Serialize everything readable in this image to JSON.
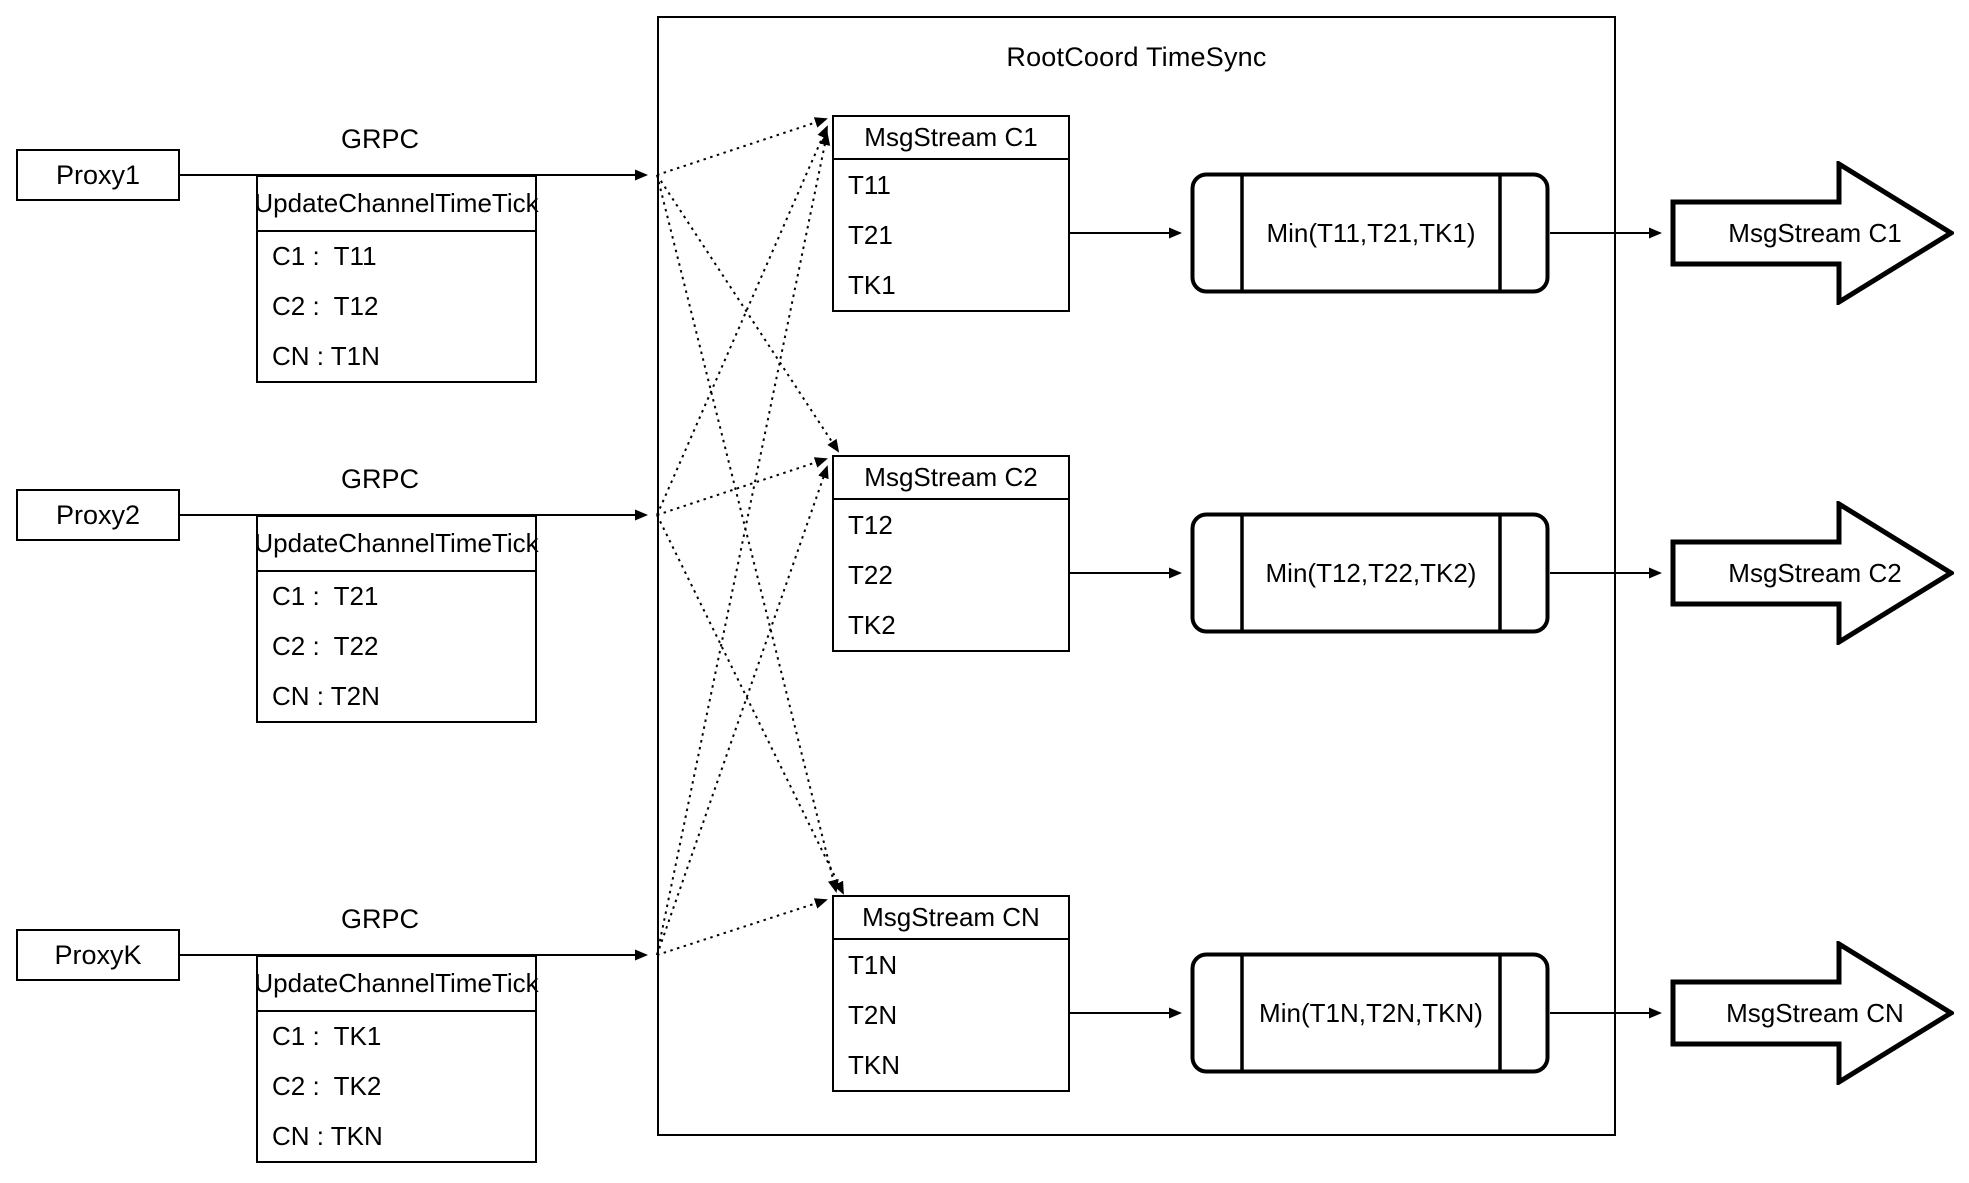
{
  "diagram": {
    "title": "RootCoord TimeSync",
    "grpc_label": "GRPC",
    "colors": {
      "stroke": "#000000",
      "background": "#ffffff"
    },
    "rows": [
      {
        "proxy": "Proxy1",
        "update_table": {
          "header": "UpdateChannelTimeTick",
          "rows": [
            "C1 :  T11",
            "C2 :  T12",
            "CN : T1N"
          ]
        },
        "msgstream_table": {
          "header": "MsgStream C1",
          "rows": [
            "T11",
            "T21",
            "TK1"
          ]
        },
        "min_label": "Min(T11,T21,TK1)",
        "output_arrow_label": "MsgStream C1"
      },
      {
        "proxy": "Proxy2",
        "update_table": {
          "header": "UpdateChannelTimeTick",
          "rows": [
            "C1 :  T21",
            "C2 :  T22",
            "CN : T2N"
          ]
        },
        "msgstream_table": {
          "header": "MsgStream C2",
          "rows": [
            "T12",
            "T22",
            "TK2"
          ]
        },
        "min_label": "Min(T12,T22,TK2)",
        "output_arrow_label": "MsgStream C2"
      },
      {
        "proxy": "ProxyK",
        "update_table": {
          "header": "UpdateChannelTimeTick",
          "rows": [
            "C1 :  TK1",
            "C2 :  TK2",
            "CN : TKN"
          ]
        },
        "msgstream_table": {
          "header": "MsgStream CN",
          "rows": [
            "T1N",
            "T2N",
            "TKN"
          ]
        },
        "min_label": "Min(T1N,T2N,TKN)",
        "output_arrow_label": "MsgStream CN"
      }
    ]
  }
}
